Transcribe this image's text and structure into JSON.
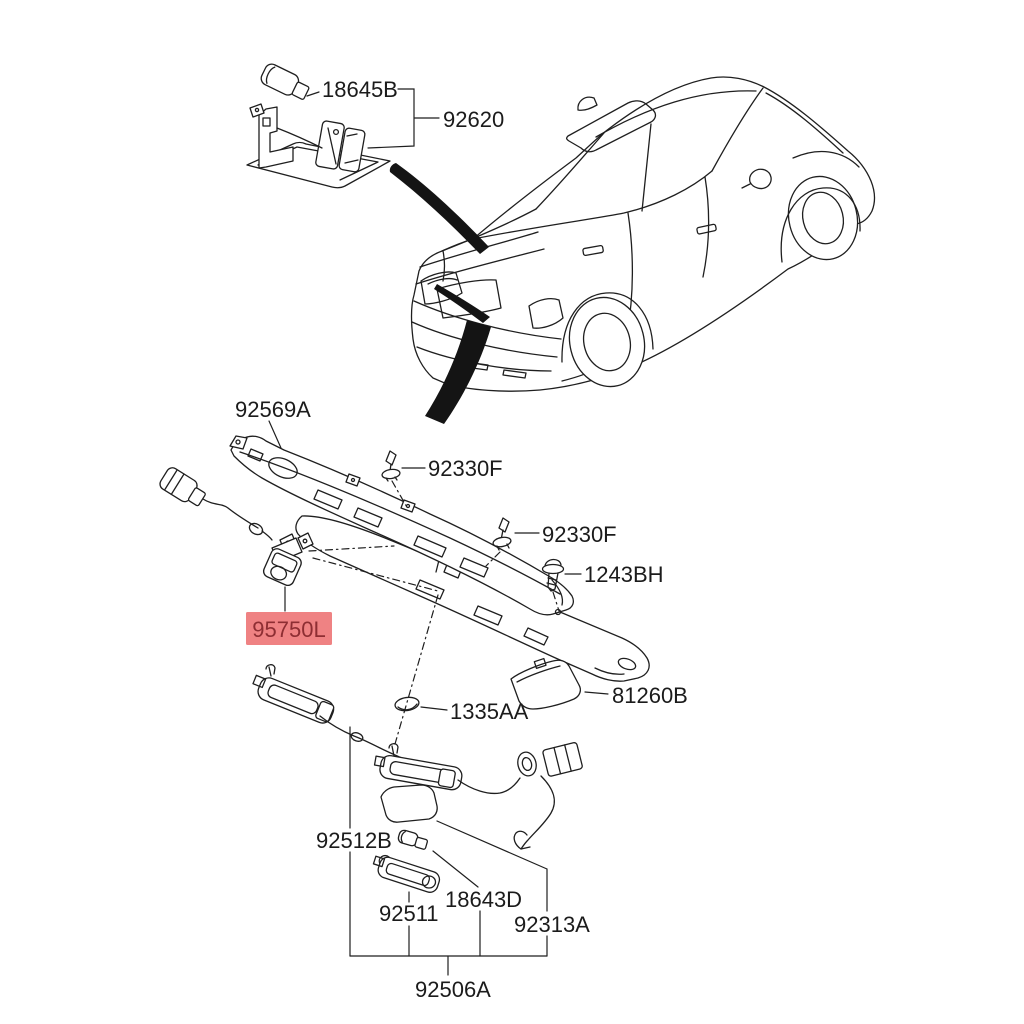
{
  "diagram": {
    "background_color": "#ffffff",
    "line_color": "#1f1f1f",
    "label_color": "#1b1b1b",
    "highlight": {
      "fill": "#EF8283",
      "text_color": "#8E2E33"
    },
    "labels": {
      "bulb_top": "18645B",
      "rear_lamp_unit": "92620",
      "tail_gate_garnish": "92569A",
      "clip_upper": "92330F",
      "clip_lower": "92330F",
      "screw": "1243BH",
      "rear_camera": "95750L",
      "license_lamp_lens": "81260B",
      "grommet": "1335AA",
      "lamp_wiring_assembly": "92512B",
      "lamp_housing": "92511",
      "bulb_small": "18643D",
      "wiring_harness": "92313A",
      "license_lamp_assembly": "92506A"
    }
  }
}
